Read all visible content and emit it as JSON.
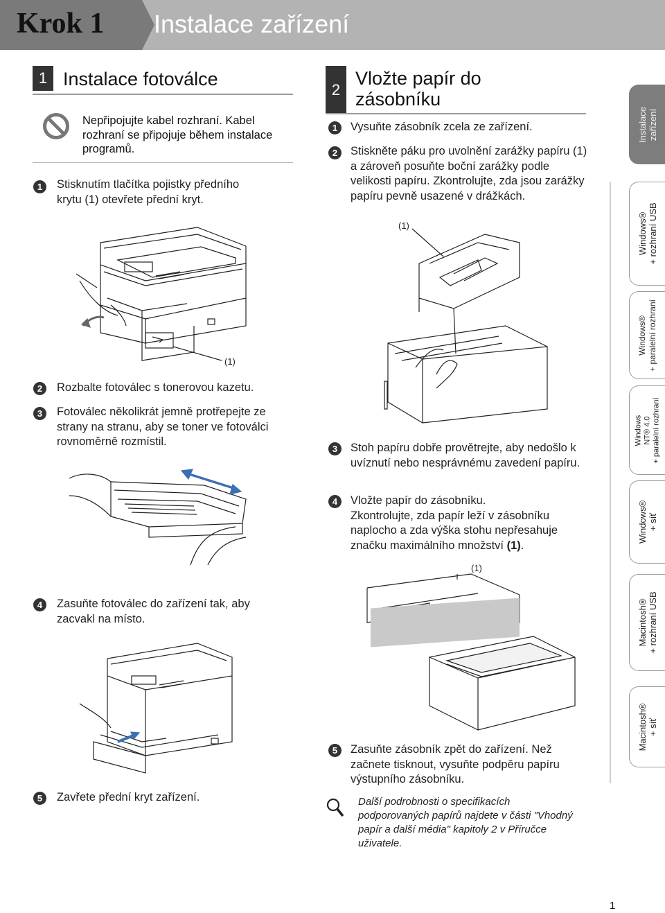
{
  "header": {
    "step": "Krok 1",
    "title": "Instalace zařízení"
  },
  "section1": {
    "number": "1",
    "title": "Instalace fotoválce",
    "warning": "Nepřipojujte kabel rozhraní. Kabel rozhraní se připojuje během instalace programů.",
    "steps": [
      {
        "n": "1",
        "text": "Stisknutím tlačítka pojistky předního krytu (1) otevřete přední kryt."
      },
      {
        "n": "2",
        "text": "Rozbalte fotoválec s tonerovou kazetu."
      },
      {
        "n": "3",
        "text": "Fotoválec několikrát jemně protřepejte ze strany na stranu, aby se toner ve fotoválci rovnoměrně rozmístil."
      },
      {
        "n": "4",
        "text": "Zasuňte fotoválec do zařízení tak, aby zacvakl na místo."
      },
      {
        "n": "5",
        "text": "Zavřete přední kryt zařízení."
      }
    ],
    "callout": "(1)"
  },
  "section2": {
    "number": "2",
    "title_line1": "Vložte papír do",
    "title_line2": "zásobníku",
    "steps": [
      {
        "n": "1",
        "text": "Vysuňte zásobník zcela ze zařízení."
      },
      {
        "n": "2",
        "text": "Stiskněte páku pro uvolnění zarážky papíru (1) a zároveň posuňte boční zarážky podle velikosti papíru. Zkontrolujte, zda jsou zarážky papíru pevně usazené v drážkách."
      },
      {
        "n": "3",
        "text": "Stoh papíru dobře provětrejte, aby nedošlo k uvíznutí nebo nesprávnému zavedení papíru."
      },
      {
        "n": "4",
        "text_line1": "Vložte papír do zásobníku.",
        "text_rest": "Zkontrolujte, zda papír leží v zásobníku naplocho a zda výška stohu nepřesahuje značku maximálního množství ",
        "text_bold": "(1)",
        "text_end": "."
      },
      {
        "n": "5",
        "text": "Zasuňte zásobník zpět do zařízení. Než začnete tisknout, vysuňte podpěru papíru výstupního zásobníku."
      }
    ],
    "callout_a": "(1)",
    "callout_b": "(1)",
    "tip": "Další podrobnosti o specifikacích podporovaných papírů najdete v části \"Vhodný papír a další média\" kapitoly 2 v Příručce uživatele."
  },
  "sidebar": {
    "tabs": [
      {
        "l1": "Instalace",
        "l2": "zařízení"
      },
      {
        "l1": "Windows®",
        "l2": "+ rozhraní USB"
      },
      {
        "l1": "Windows®",
        "l2": "+ paralelní rozhraní"
      },
      {
        "l1": "Windows",
        "l2": "NT® 4.0",
        "l3": "+ paralelní rozhraní"
      },
      {
        "l1": "Windows®",
        "l2": "+ síť"
      },
      {
        "l1": "Macintosh®",
        "l2": "+ rozhraní USB"
      },
      {
        "l1": "Macintosh®",
        "l2": "+ síť"
      }
    ]
  },
  "footer": {
    "page_number": "1"
  }
}
